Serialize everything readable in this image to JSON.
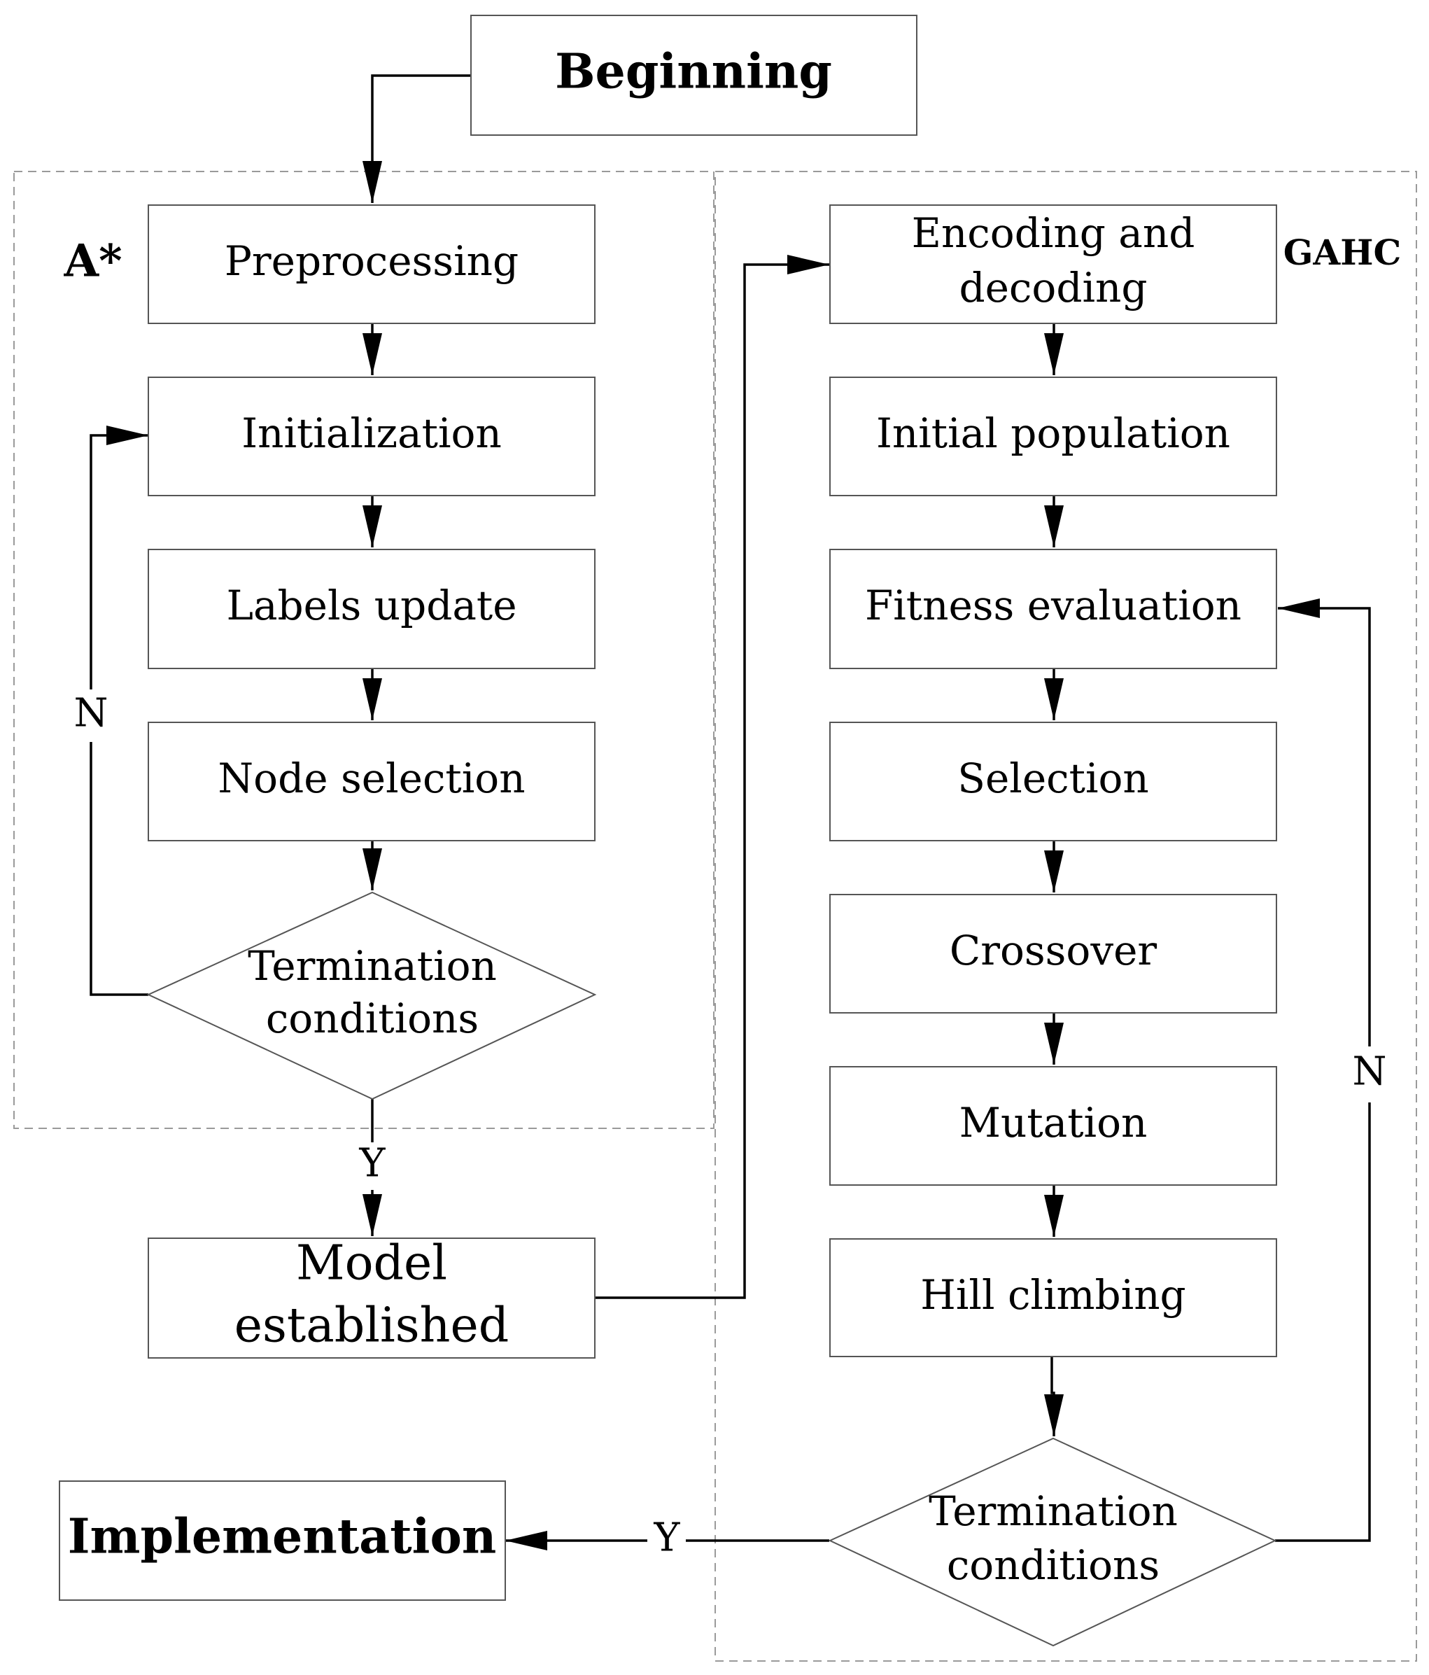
{
  "nodes": {
    "beginning": "Beginning",
    "astar_label": "A*",
    "gahc_label": "GAHC",
    "preprocessing": "Preprocessing",
    "initialization": "Initialization",
    "labels_update": "Labels update",
    "node_selection": "Node selection",
    "termination_a": [
      "Termination",
      "conditions"
    ],
    "model_established": [
      "Model",
      "established"
    ],
    "implementation": "Implementation",
    "encoding_decoding": [
      "Encoding and",
      "decoding"
    ],
    "initial_population": "Initial population",
    "fitness_evaluation": "Fitness evaluation",
    "selection": "Selection",
    "crossover": "Crossover",
    "mutation": "Mutation",
    "hill_climbing": "Hill climbing",
    "termination_g": [
      "Termination",
      "conditions"
    ]
  },
  "edge_labels": {
    "astar_no": "N",
    "astar_yes": "Y",
    "gahc_no": "N",
    "gahc_yes": "Y"
  }
}
